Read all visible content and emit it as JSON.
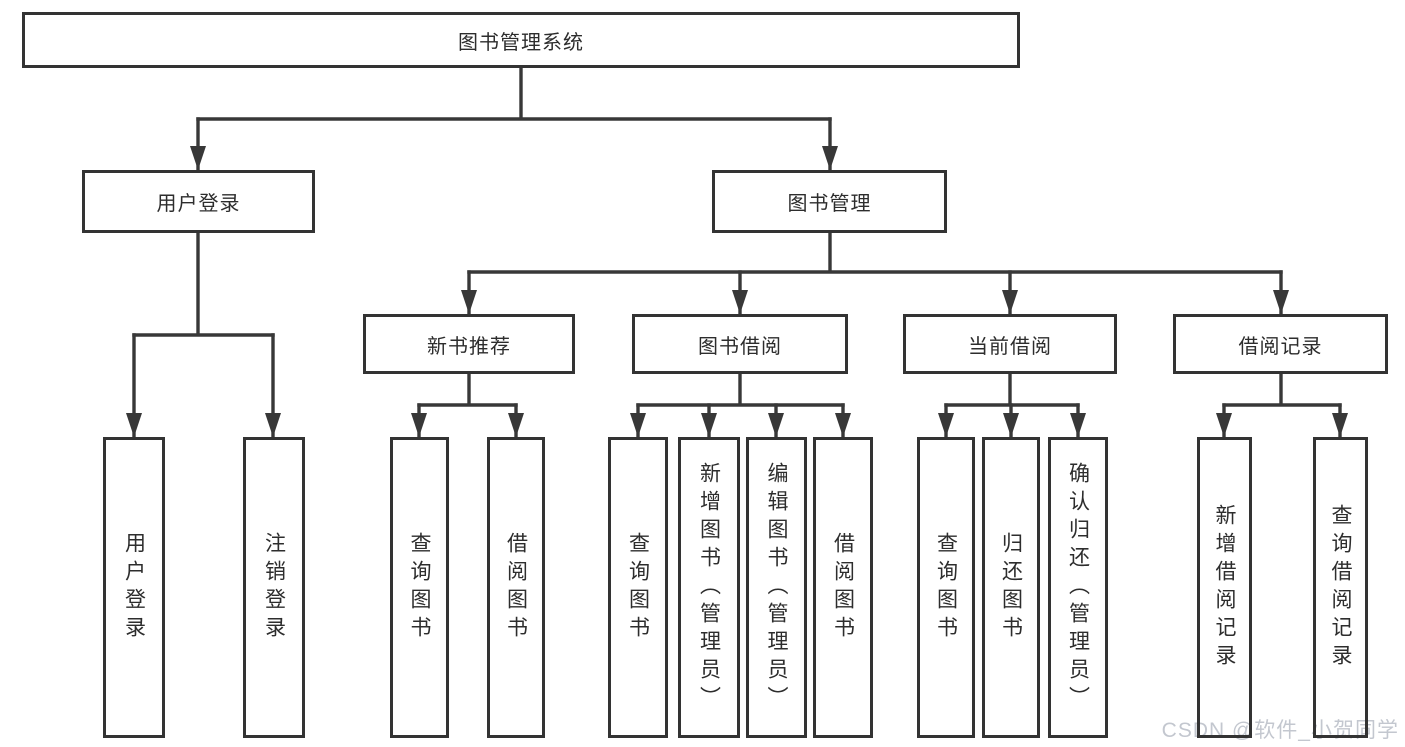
{
  "diagram_type": "hierarchy-tree",
  "watermark": "CSDN @软件_小贺同学",
  "colors": {
    "line": "#383838",
    "box_border": "#333333",
    "text": "#2d2d2d",
    "background": "#ffffff",
    "watermark": "#c3c7cf"
  },
  "tree": {
    "label": "图书管理系统",
    "children": [
      {
        "label": "用户登录",
        "children": [
          {
            "label": "用户登录"
          },
          {
            "label": "注销登录"
          }
        ]
      },
      {
        "label": "图书管理",
        "children": [
          {
            "label": "新书推荐",
            "children": [
              {
                "label": "查询图书"
              },
              {
                "label": "借阅图书"
              }
            ]
          },
          {
            "label": "图书借阅",
            "children": [
              {
                "label": "查询图书"
              },
              {
                "label": "新增图书（管理员）"
              },
              {
                "label": "编辑图书（管理员）"
              },
              {
                "label": "借阅图书"
              }
            ]
          },
          {
            "label": "当前借阅",
            "children": [
              {
                "label": "查询图书"
              },
              {
                "label": "归还图书"
              },
              {
                "label": "确认归还（管理员）"
              }
            ]
          },
          {
            "label": "借阅记录",
            "children": [
              {
                "label": "新增借阅记录"
              },
              {
                "label": "查询借阅记录"
              }
            ]
          }
        ]
      }
    ]
  }
}
